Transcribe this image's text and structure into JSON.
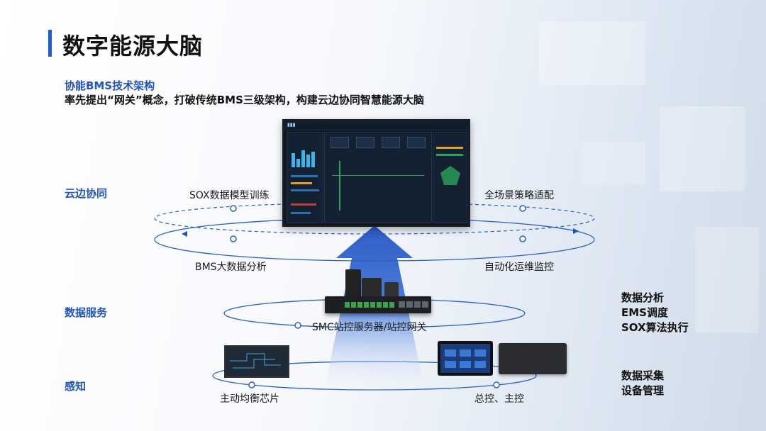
{
  "header": {
    "title": "数字能源大脑",
    "subtitle": "协能BMS技术架构",
    "description": "率先提出“网关”概念，打破传统BMS三级架构，构建云边协同智慧能源大脑"
  },
  "layers": {
    "cloud": "云边协同",
    "service": "数据服务",
    "perception": "感知"
  },
  "cloud_nodes": {
    "top_left": "SOX数据模型训练",
    "top_right": "全场景策略适配",
    "bottom_left": "BMS大数据分析",
    "bottom_right": "自动化运维监控"
  },
  "service_node": "SMC站控服务器/站控网关",
  "perception_nodes": {
    "left": "主动均衡芯片",
    "right": "总控、主控"
  },
  "right_lists": {
    "service": [
      "数据分析",
      "EMS调度",
      "SOX算法执行"
    ],
    "perception": [
      "数据采集",
      "设备管理"
    ]
  },
  "colors": {
    "accent": "#1f5fcc",
    "layer_label": "#2356b8",
    "ring": "#2a5fc4",
    "arrow_top": "#1f4fc0",
    "arrow_bottom": "#ffffff"
  },
  "icons": {
    "monitor": "dashboard-screen-icon",
    "gateway": "gateway-device-icon",
    "chip": "balancing-chip-icon",
    "tablet": "control-tablet-icon",
    "controller": "controller-box-icon"
  }
}
